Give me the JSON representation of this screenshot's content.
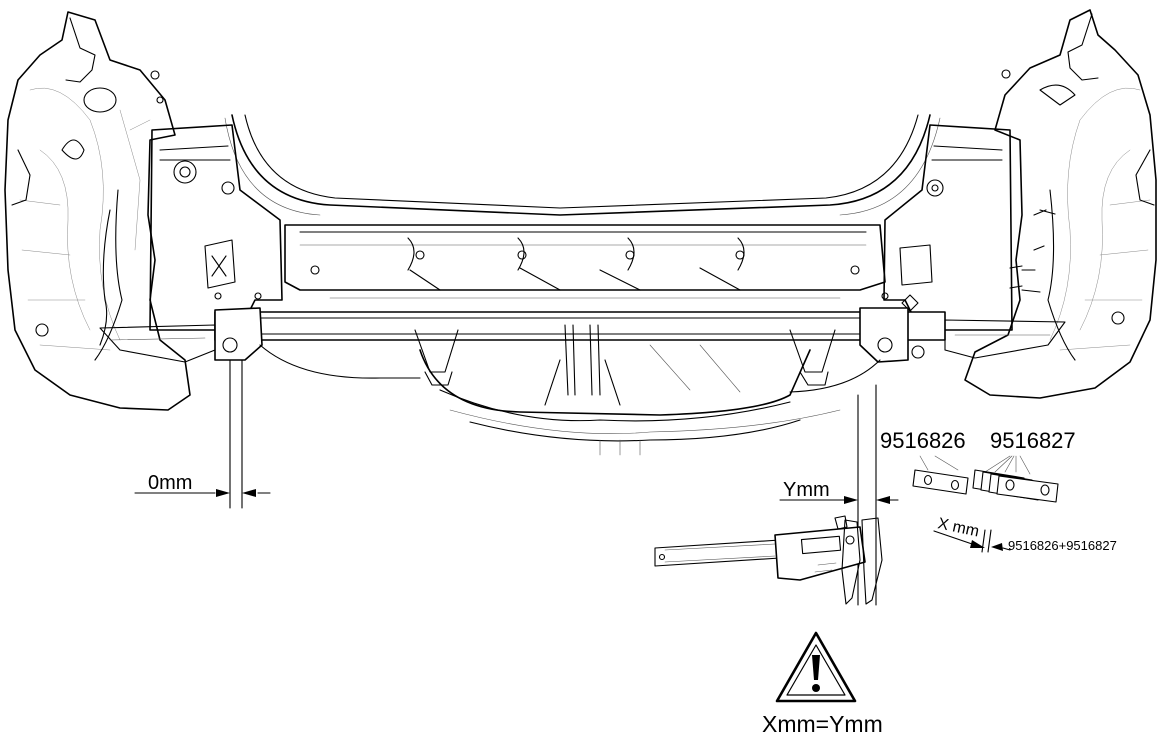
{
  "labels": {
    "left_gap": "0mm",
    "right_gap": "Ymm",
    "shim_a": "9516826",
    "shim_b": "9516827",
    "combo_gap": "X mm",
    "combo_parts": "9516826+9516827",
    "equation": "Xmm=Ymm"
  },
  "icons": {
    "warning": "warning-triangle-icon",
    "caliper": "caliper-icon"
  },
  "colors": {
    "line": "#000000",
    "background": "#ffffff"
  }
}
